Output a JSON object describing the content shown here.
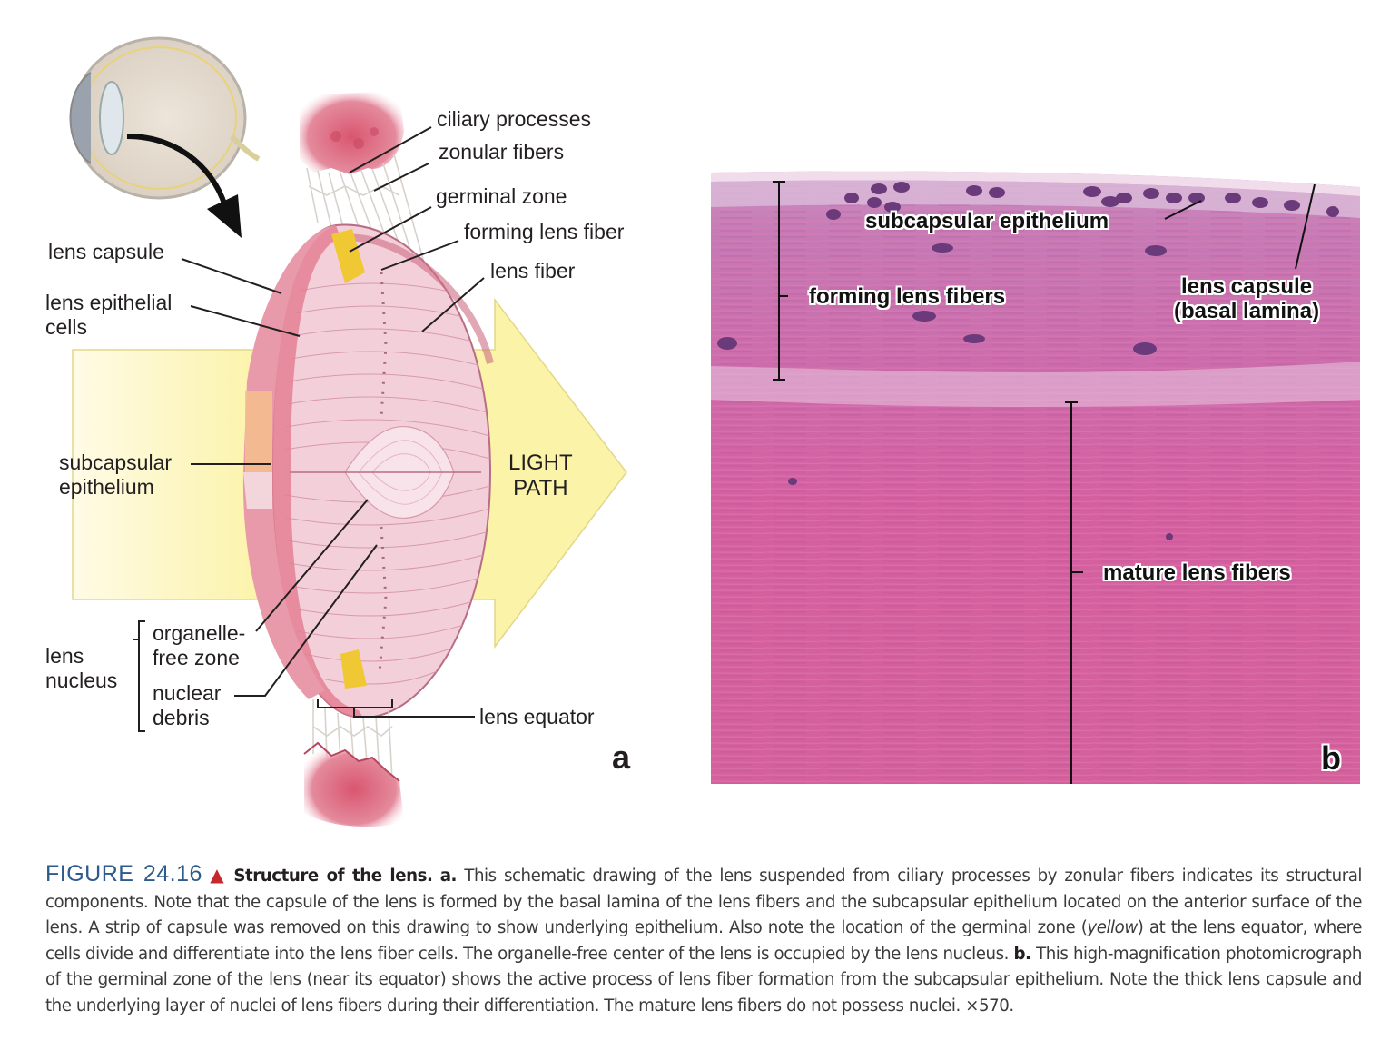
{
  "figure": {
    "panel_a": {
      "letter": "a",
      "labels": {
        "ciliary_processes": "ciliary processes",
        "zonular_fibers": "zonular fibers",
        "germinal_zone": "germinal zone",
        "forming_lens_fiber": "forming lens fiber",
        "lens_fiber": "lens fiber",
        "lens_capsule": "lens capsule",
        "lens_epithelial_cells_1": "lens epithelial",
        "lens_epithelial_cells_2": "cells",
        "subcapsular_epithelium_1": "subcapsular",
        "subcapsular_epithelium_2": "epithelium",
        "light_path_1": "LIGHT",
        "light_path_2": "PATH",
        "lens_nucleus_1": "lens",
        "lens_nucleus_2": "nucleus",
        "organelle_free_zone_1": "organelle-",
        "organelle_free_zone_2": "free zone",
        "nuclear_debris_1": "nuclear",
        "nuclear_debris_2": "debris",
        "lens_equator": "lens equator"
      }
    },
    "panel_b": {
      "letter": "b",
      "labels": {
        "subcapsular_epithelium": "subcapsular epithelium",
        "forming_lens_fibers": "forming lens fibers",
        "lens_capsule_1": "lens capsule",
        "lens_capsule_2": "(basal lamina)",
        "mature_lens_fibers": "mature lens fibers"
      }
    },
    "colors": {
      "figure_number": "#2d5b8c",
      "triangle": "#c8282d",
      "lens_pink": "#f3cfd9",
      "capsule_pink": "#e47f93",
      "germinal_yellow": "#f0c834",
      "light_path_yellow": "#fbf3a8",
      "stain_pink": "#d0609c"
    },
    "caption": {
      "number": "FIGURE 24.16",
      "triangle": "▲",
      "title": "Structure of the lens.",
      "a_marker": "a.",
      "a_text_1": "This schematic drawing of the lens suspended from ciliary processes by zonular fibers indicates its structural components. Note that the capsule of the lens is formed by the basal lamina of the lens fibers and the subcapsular epithelium located on the anterior surface of the lens. A strip of capsule was removed on this drawing to show underlying epithelium. Also note the location of the germinal zone (",
      "a_italic": "yellow",
      "a_text_2": ") at the lens equator, where cells divide and differentiate into the lens fiber cells. The organelle-free center of the lens is occupied by the lens nucleus.",
      "b_marker": "b.",
      "b_text": "This high-magnification photomicrograph of the germinal zone of the lens (near its equator) shows the active process of lens fiber formation from the subcapsular epithelium. Note the thick lens capsule and the underlying layer of nuclei of lens fibers during their differentiation. The mature lens fibers do not possess nuclei. ×570."
    }
  }
}
